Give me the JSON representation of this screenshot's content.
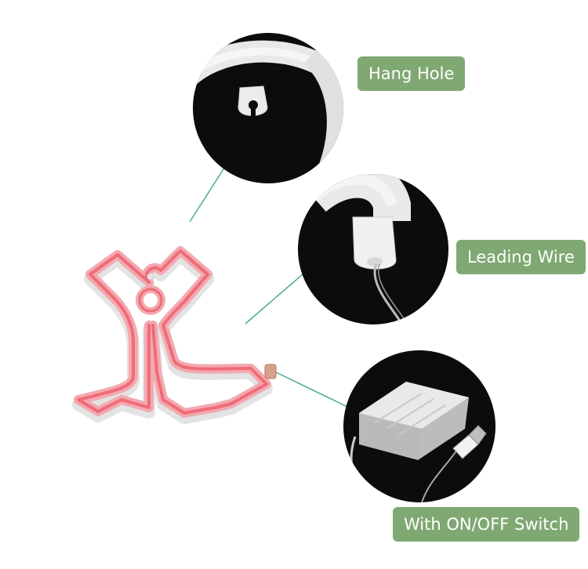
{
  "callouts": {
    "hang_hole": "Hang Hole",
    "leading_wire": "Leading Wire",
    "switch": "With ON/OFF Switch"
  },
  "colors": {
    "label_bg": "#7fa872",
    "label_text": "#ffffff",
    "connector_line": "#4bab8c",
    "neon_pink": "#f06b78",
    "neon_body": "#e9e9e9",
    "detail_bg": "#0c0c0c"
  },
  "icons": [
    "bell-neon-light",
    "hang-hole-closeup",
    "leading-wire-closeup",
    "battery-box-closeup",
    "usb-plug-icon"
  ]
}
